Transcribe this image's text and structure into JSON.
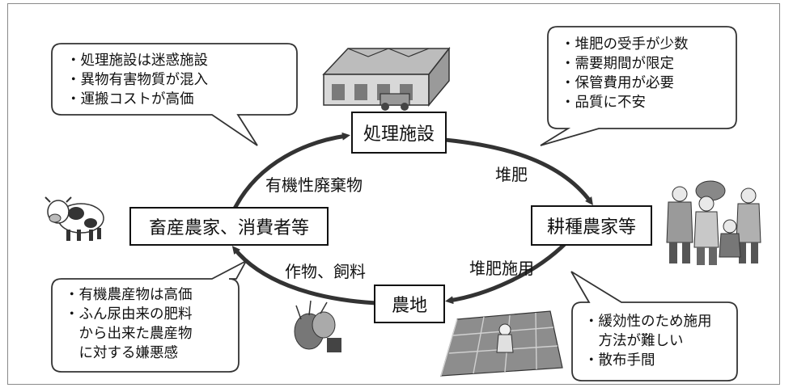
{
  "nodes": {
    "processing": "処理施設",
    "farmland": "農地",
    "crop_farmers": "耕種農家等",
    "livestock": "畜産農家、消費者等"
  },
  "edges": {
    "compost": "堆肥",
    "compost_application": "堆肥施用",
    "crops_feed": "作物、飼料",
    "organic_waste": "有機性廃棄物"
  },
  "bubbles": {
    "processing_issues": [
      "・処理施設は迷惑施設",
      "・異物有害物質が混入",
      "・運搬コストが高価"
    ],
    "crop_farmer_issues": [
      "・堆肥の受手が少数",
      "・需要期間が限定",
      "・保管費用が必要",
      "・品質に不安"
    ],
    "farmland_issues": [
      "・緩効性のため施用",
      "　方法が難しい",
      "・散布手間"
    ],
    "consumer_issues": [
      "・有機農産物は高価",
      "・ふん尿由来の肥料",
      "　から出来た農産物",
      "　に対する嫌悪感"
    ]
  },
  "illustrations": [
    "facility-illustration",
    "farmers-illustration",
    "field-illustration",
    "cow-illustration",
    "harvest-illustration"
  ]
}
